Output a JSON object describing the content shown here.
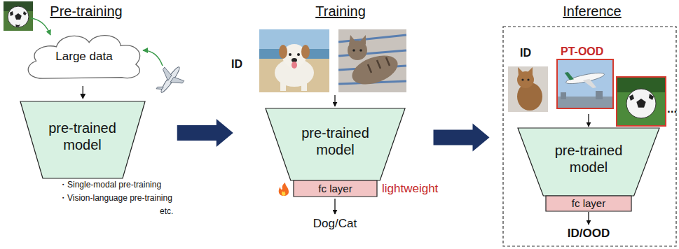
{
  "diagram": {
    "nodes": [
      {
        "text": [
          "Large data"
        ]
      },
      {
        "text": [
          "pre-trained model"
        ]
      },
      {
        "text": [
          "pre-trained model"
        ]
      },
      {
        "text": [
          "fc layer"
        ]
      },
      {
        "text": [
          "pre-trained model"
        ]
      },
      {
        "text": [
          "fc layer"
        ]
      }
    ],
    "edges": [
      {
        "from": 0,
        "to": 1,
        "arrow": "to"
      },
      {
        "from": 1,
        "to": 2,
        "arrow": "to"
      },
      {
        "from": 2,
        "to": 4,
        "arrow": "to"
      }
    ],
    "labels": [
      "Pre-training",
      "Training",
      "Inference",
      "・Single-modal pre-training",
      "・Vision-language pre-training",
      "etc.",
      "ID",
      "lightweight",
      "Dog/Cat",
      "ID",
      "PT-OOD",
      "...",
      "ID/OOD"
    ]
  }
}
